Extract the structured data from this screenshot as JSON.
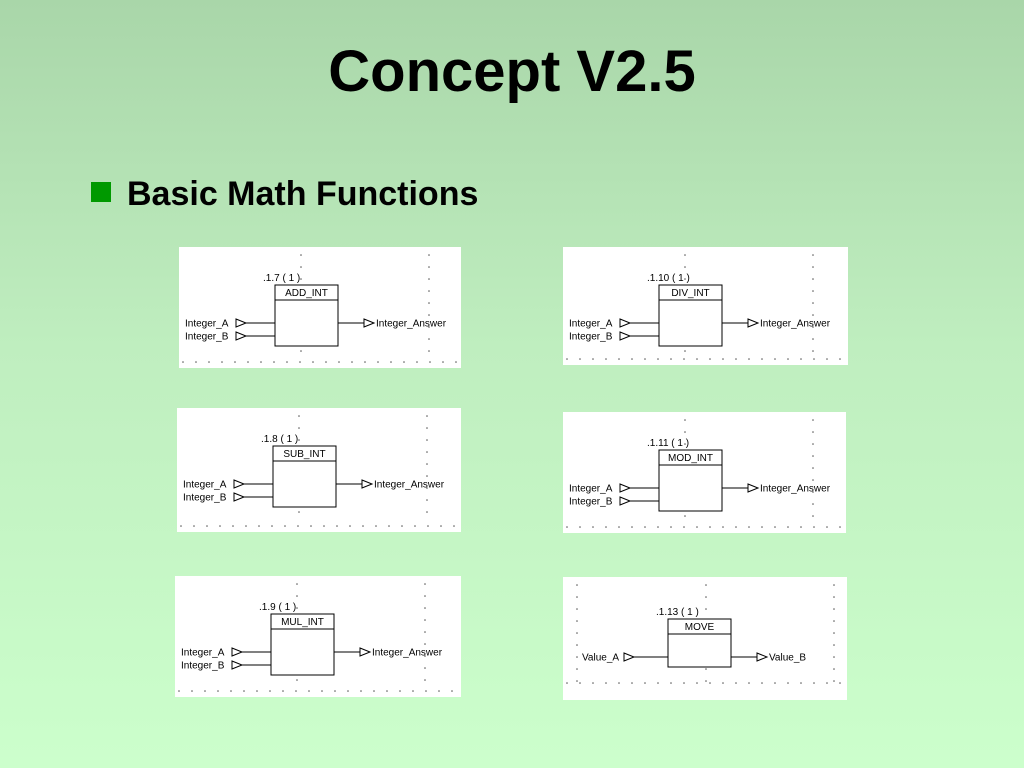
{
  "slide": {
    "title": "Concept V2.5",
    "bullet": "Basic Math Functions"
  },
  "colors": {
    "bullet": "#009900",
    "panel_background": "#ffffff",
    "line": "#000000"
  },
  "blocks": [
    {
      "id": ".1.7 ( 1 )",
      "name": "ADD_INT",
      "inputs": [
        "Integer_A",
        "Integer_B"
      ],
      "output": "Integer_Answer"
    },
    {
      "id": ".1.10 ( 1 )",
      "name": "DIV_INT",
      "inputs": [
        "Integer_A",
        "Integer_B"
      ],
      "output": "Integer_Answer"
    },
    {
      "id": ".1.8 ( 1 )",
      "name": "SUB_INT",
      "inputs": [
        "Integer_A",
        "Integer_B"
      ],
      "output": "Integer_Answer"
    },
    {
      "id": ".1.11 ( 1 )",
      "name": "MOD_INT",
      "inputs": [
        "Integer_A",
        "Integer_B"
      ],
      "output": "Integer_Answer"
    },
    {
      "id": ".1.9 ( 1 )",
      "name": "MUL_INT",
      "inputs": [
        "Integer_A",
        "Integer_B"
      ],
      "output": "Integer_Answer"
    },
    {
      "id": ".1.13 ( 1 )",
      "name": "MOVE",
      "inputs": [
        "Value_A"
      ],
      "output": "Value_B"
    }
  ]
}
